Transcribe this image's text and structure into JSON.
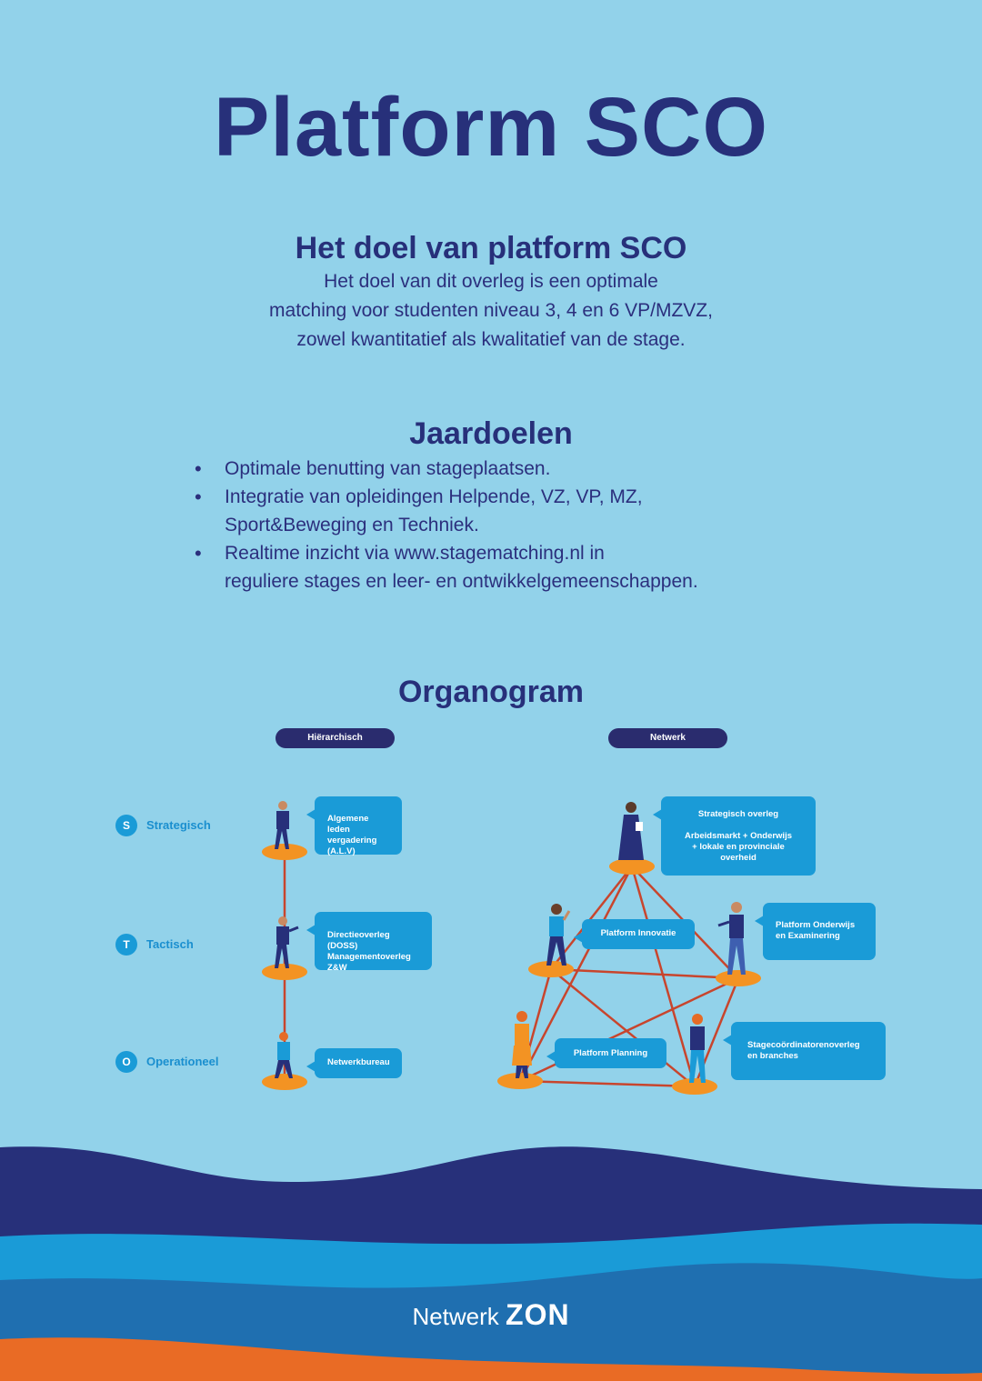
{
  "title": "Platform SCO",
  "goal": {
    "heading": "Het doel van platform SCO",
    "lines": [
      "Het doel van dit overleg is een optimale",
      "matching voor studenten niveau 3, 4 en 6 VP/MZVZ,",
      "zowel kwantitatief als kwalitatief van de stage."
    ]
  },
  "year_goals": {
    "heading": "Jaardoelen",
    "items": [
      {
        "lines": [
          "Optimale benutting van stageplaatsen."
        ]
      },
      {
        "lines": [
          "Integratie van opleidingen Helpende, VZ, VP, MZ,",
          "Sport&Beweging en Techniek."
        ]
      },
      {
        "lines": [
          "Realtime inzicht via www.stagematching.nl in",
          "reguliere stages en leer- en ontwikkelgemeenschappen."
        ]
      }
    ]
  },
  "organogram": {
    "heading": "Organogram",
    "hierarchical_label": "Hiërarchisch",
    "network_label": "Netwerk",
    "levels": [
      {
        "letter": "S",
        "name": "Strategisch",
        "bubble": [
          "Algemene leden",
          "vergadering (A.L.V)"
        ]
      },
      {
        "letter": "T",
        "name": "Tactisch",
        "bubble": [
          "Directieoverleg (DOSS)",
          "Managementoverleg Z&W"
        ]
      },
      {
        "letter": "O",
        "name": "Operationeel",
        "bubble": [
          "Netwerkbureau"
        ]
      }
    ],
    "network_nodes": {
      "top": [
        "Strategisch overleg",
        "",
        "Arbeidsmarkt + Onderwijs",
        "+ lokale en provinciale",
        "overheid"
      ],
      "innovatie": [
        "Platform Innovatie"
      ],
      "onderwijs": [
        "Platform Onderwijs",
        "en Examinering"
      ],
      "planning": [
        "Platform Planning"
      ],
      "stage": [
        "Stagecoördinatorenoverleg",
        "en branches"
      ]
    }
  },
  "brand": {
    "part1": "Netwerk ",
    "part2": "ZON"
  },
  "colors": {
    "background": "#92d2ea",
    "navy": "#27307a",
    "blue": "#1a9bd7",
    "orange": "#f39323",
    "line": "#c8452d"
  }
}
